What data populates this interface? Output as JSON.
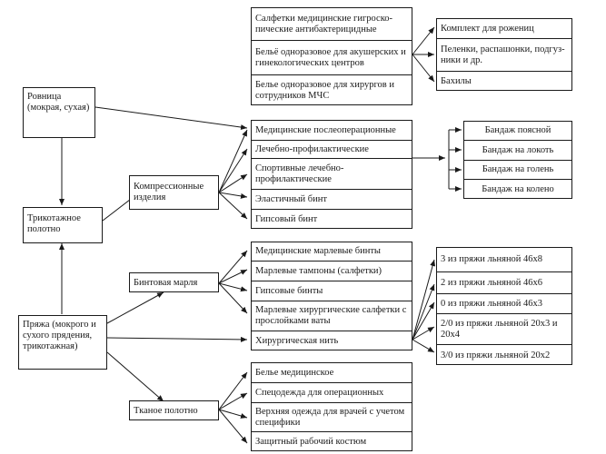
{
  "nodes": {
    "rovnitsa": "Ровница (мокрая, сухая)",
    "trikotazhnoe_polotno": "Трикотажное полотно",
    "pryazha": "Пряжа (мокрого и сухого прядения, трикотажная)",
    "kompressionnye": "Компрессионные изделия",
    "bintovaya_marlya": "Бинтовая марля",
    "tkanoe_polotno": "Тканое полотно"
  },
  "top_group": [
    "Салфетки медицинские гигроско­пические антибактерицидные",
    "Бельё одноразовое для акушерс­ких и гинекологических центров",
    "Белье одноразовое для хирургов и сотрудников МЧС"
  ],
  "top_right_group": [
    "Комплект для рожениц",
    "Пеленки, распашонки, подгуз­ники и др.",
    "Бахилы"
  ],
  "compression_group": [
    "Медицинские послеоперационные",
    "Лечебно-профилактические",
    "Спортивные лечебно-профилактические",
    "Эластичный бинт",
    "Гипсовый бинт"
  ],
  "bandage_group": [
    "Бандаж поясной",
    "Бандаж на локоть",
    "Бандаж на голень",
    "Бандаж на колено"
  ],
  "marlya_group": [
    "Медицинские марлевые бинты",
    "Марлевые тампоны (салфетки)",
    "Гипсовые бинты",
    "Марлевые хирургические салфетки с прослойками ваты",
    "Хирургическая нить"
  ],
  "thread_group": [
    "3 из пряжи льняной 46х8",
    "2 из пряжи льняной 46х6",
    "0 из пряжи льняной 46х3",
    "2/0 из пряжи льняной 20х3 и 20х4",
    "3/0 из пряжи льняной 20х2"
  ],
  "fabric_group": [
    "Белье медицинское",
    "Спецодежда для операционных",
    "Верхняя одежда для врачей с учетом специфики",
    "Защитный рабочий костюм"
  ]
}
